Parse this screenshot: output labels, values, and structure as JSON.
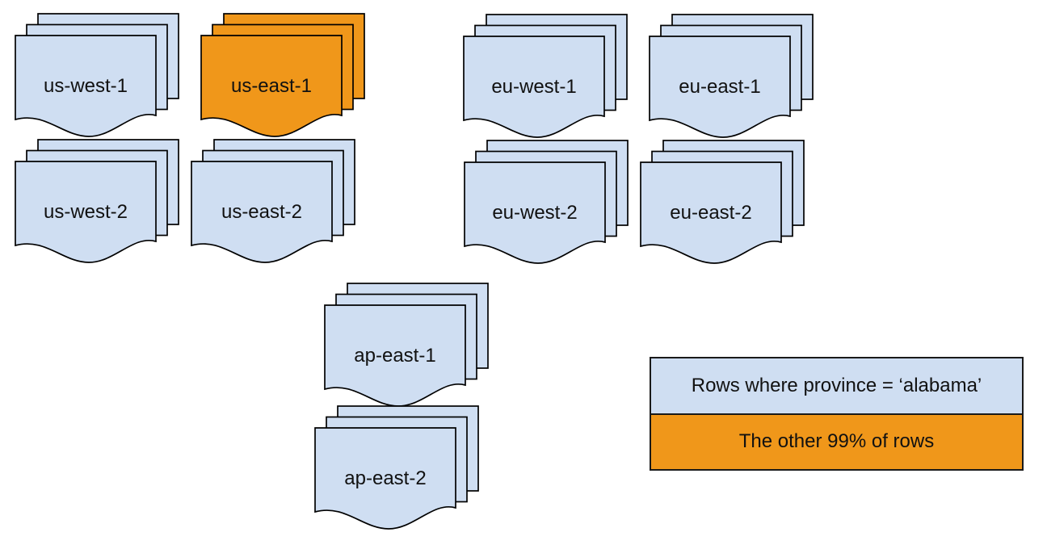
{
  "diagram": {
    "description": "Sharded database regions diagram",
    "colors": {
      "doc_blue": "#cfdef2",
      "highlight_orange": "#f0971a",
      "outline": "#000000",
      "text": "#111111"
    },
    "stacks": [
      {
        "label": "us-west-1",
        "fill": "#cfdef2"
      },
      {
        "label": "us-east-1",
        "fill": "#f0971a"
      },
      {
        "label": "eu-west-1",
        "fill": "#cfdef2"
      },
      {
        "label": "eu-east-1",
        "fill": "#cfdef2"
      },
      {
        "label": "us-west-2",
        "fill": "#cfdef2"
      },
      {
        "label": "us-east-2",
        "fill": "#cfdef2"
      },
      {
        "label": "eu-west-2",
        "fill": "#cfdef2"
      },
      {
        "label": "eu-east-2",
        "fill": "#cfdef2"
      },
      {
        "label": "ap-east-1",
        "fill": "#cfdef2"
      },
      {
        "label": "ap-east-2",
        "fill": "#cfdef2"
      }
    ],
    "legend": {
      "rows": [
        {
          "label": "Rows where province = ‘alabama’",
          "fill": "#cfdef2"
        },
        {
          "label": "The other 99% of rows",
          "fill": "#f0971a"
        }
      ]
    }
  }
}
